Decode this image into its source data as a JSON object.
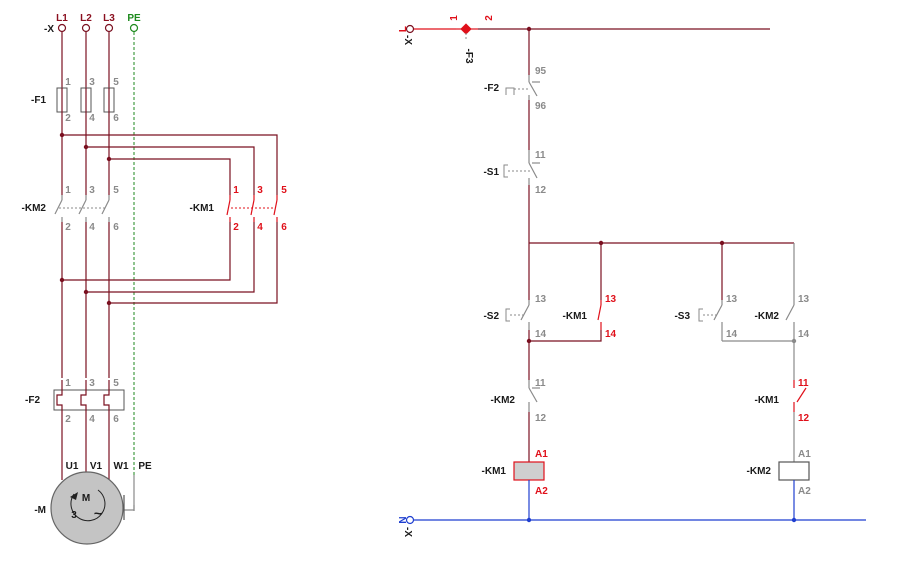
{
  "power": {
    "phases": [
      "L1",
      "L2",
      "L3"
    ],
    "pe": "PE",
    "terminal": "-X",
    "f1": {
      "name": "-F1",
      "top": [
        "1",
        "3",
        "5"
      ],
      "bottom": [
        "2",
        "4",
        "6"
      ]
    },
    "km2": {
      "name": "-KM2",
      "top": [
        "1",
        "3",
        "5"
      ],
      "bottom": [
        "2",
        "4",
        "6"
      ]
    },
    "km1": {
      "name": "-KM1",
      "top": [
        "1",
        "3",
        "5"
      ],
      "bottom": [
        "2",
        "4",
        "6"
      ]
    },
    "f2": {
      "name": "-F2",
      "top": [
        "1",
        "3",
        "5"
      ],
      "bottom": [
        "2",
        "4",
        "6"
      ]
    },
    "motor": {
      "name": "-M",
      "terminals": [
        "U1",
        "V1",
        "W1",
        "PE"
      ],
      "symbol": "M",
      "phases": "3",
      "ac": "~"
    }
  },
  "control": {
    "supply_top": {
      "pin_top": "1",
      "pin_right": "2",
      "phase": "L",
      "terminal": "-X"
    },
    "fuse_label": "-F3",
    "f2": {
      "name": "-F2",
      "pins": [
        "95",
        "96"
      ]
    },
    "s1": {
      "name": "-S1",
      "pins": [
        "11",
        "12"
      ]
    },
    "s2": {
      "name": "-S2",
      "pins": [
        "13",
        "14"
      ]
    },
    "km1_hold": {
      "name": "-KM1",
      "pins": [
        "13",
        "14"
      ]
    },
    "s3": {
      "name": "-S3",
      "pins": [
        "13",
        "14"
      ]
    },
    "km2_hold": {
      "name": "-KM2",
      "pins": [
        "13",
        "14"
      ]
    },
    "km2_nc": {
      "name": "-KM2",
      "pins": [
        "11",
        "12"
      ]
    },
    "km1_nc": {
      "name": "-KM1",
      "pins": [
        "11",
        "12"
      ]
    },
    "km1_coil": {
      "name": "-KM1",
      "pins": [
        "A1",
        "A2"
      ]
    },
    "km2_coil": {
      "name": "-KM2",
      "pins": [
        "A1",
        "A2"
      ]
    },
    "supply_bottom": {
      "phase": "N",
      "terminal": "-X"
    }
  },
  "colors": {
    "wire": "#7a1020",
    "inactive_wire": "#8a8a8a",
    "energized": "#e0101a",
    "neutral": "#1f3fd0",
    "earth": "#1d8a1d"
  }
}
